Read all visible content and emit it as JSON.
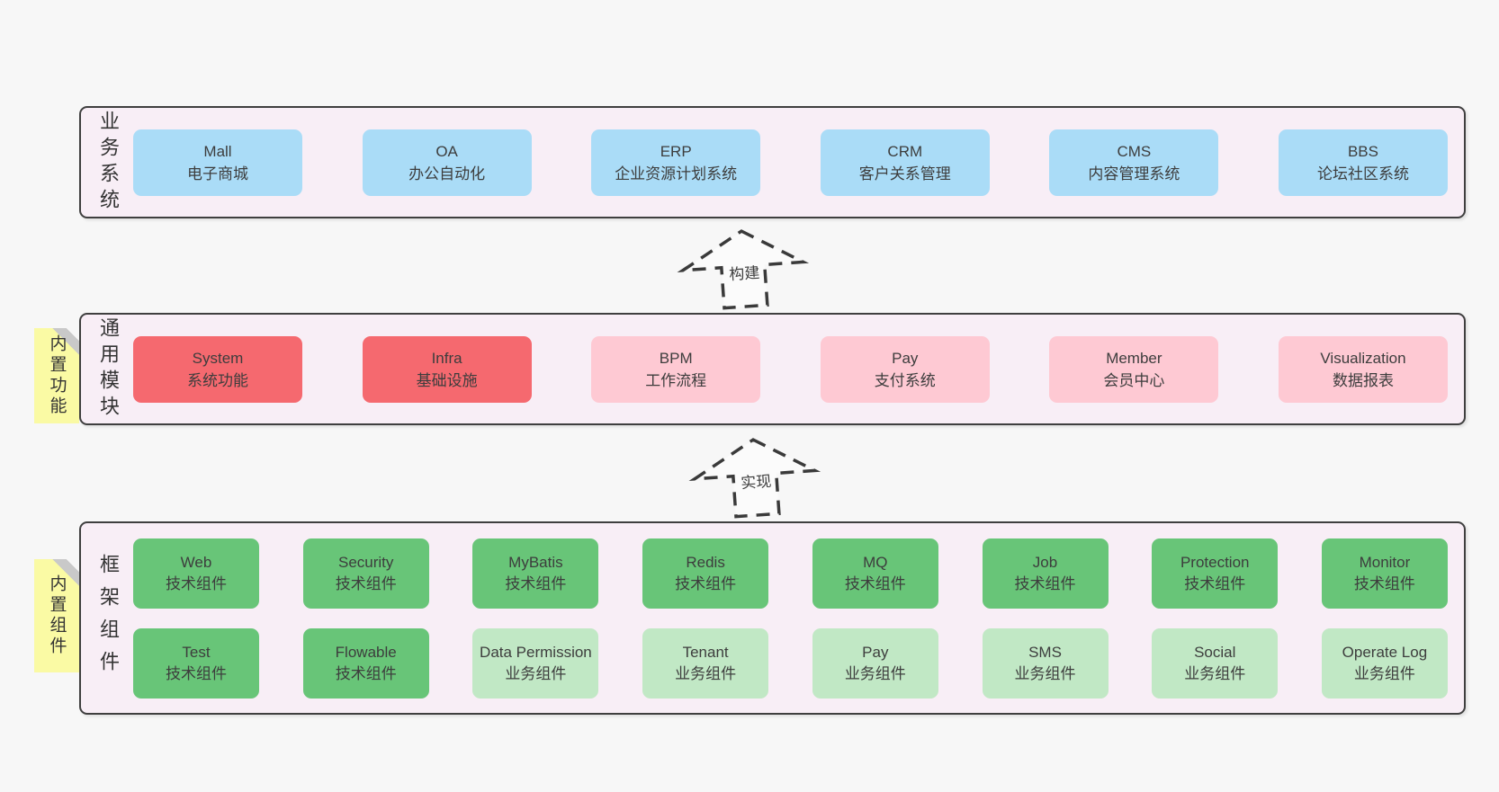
{
  "colors": {
    "page_bg": "#f7f7f7",
    "panel_bg": "#f8eef6",
    "panel_border": "#3f3f3f",
    "blue_box": "#aadcf7",
    "red_box": "#f5696f",
    "pink_box": "#fec9d3",
    "green_dark_box": "#68c578",
    "green_light_box": "#c1e8c5",
    "sticky_bg": "#fafaa4",
    "text": "#3d3d3d"
  },
  "arrows": [
    {
      "label": "构建"
    },
    {
      "label": "实现"
    }
  ],
  "panels": [
    {
      "id": "business-systems",
      "label": "业务系统",
      "boxes": [
        {
          "title": "Mall",
          "subtitle": "电子商城",
          "variant": "blue"
        },
        {
          "title": "OA",
          "subtitle": "办公自动化",
          "variant": "blue"
        },
        {
          "title": "ERP",
          "subtitle": "企业资源计划系统",
          "variant": "blue"
        },
        {
          "title": "CRM",
          "subtitle": "客户关系管理",
          "variant": "blue"
        },
        {
          "title": "CMS",
          "subtitle": "内容管理系统",
          "variant": "blue"
        },
        {
          "title": "BBS",
          "subtitle": "论坛社区系统",
          "variant": "blue"
        }
      ]
    },
    {
      "id": "common-modules",
      "label": "通用模块",
      "sticky": "内置功能",
      "boxes": [
        {
          "title": "System",
          "subtitle": "系统功能",
          "variant": "red"
        },
        {
          "title": "Infra",
          "subtitle": "基础设施",
          "variant": "red"
        },
        {
          "title": "BPM",
          "subtitle": "工作流程",
          "variant": "pink"
        },
        {
          "title": "Pay",
          "subtitle": "支付系统",
          "variant": "pink"
        },
        {
          "title": "Member",
          "subtitle": "会员中心",
          "variant": "pink"
        },
        {
          "title": "Visualization",
          "subtitle": "数据报表",
          "variant": "pink"
        }
      ]
    },
    {
      "id": "framework-components",
      "label": "框架组件",
      "sticky": "内置组件",
      "rows": [
        [
          {
            "title": "Web",
            "subtitle": "技术组件",
            "variant": "gdark"
          },
          {
            "title": "Security",
            "subtitle": "技术组件",
            "variant": "gdark"
          },
          {
            "title": "MyBatis",
            "subtitle": "技术组件",
            "variant": "gdark"
          },
          {
            "title": "Redis",
            "subtitle": "技术组件",
            "variant": "gdark"
          },
          {
            "title": "MQ",
            "subtitle": "技术组件",
            "variant": "gdark"
          },
          {
            "title": "Job",
            "subtitle": "技术组件",
            "variant": "gdark"
          },
          {
            "title": "Protection",
            "subtitle": "技术组件",
            "variant": "gdark"
          },
          {
            "title": "Monitor",
            "subtitle": "技术组件",
            "variant": "gdark"
          }
        ],
        [
          {
            "title": "Test",
            "subtitle": "技术组件",
            "variant": "gdark"
          },
          {
            "title": "Flowable",
            "subtitle": "技术组件",
            "variant": "gdark"
          },
          {
            "title": "Data Permission",
            "subtitle": "业务组件",
            "variant": "glight"
          },
          {
            "title": "Tenant",
            "subtitle": "业务组件",
            "variant": "glight"
          },
          {
            "title": "Pay",
            "subtitle": "业务组件",
            "variant": "glight"
          },
          {
            "title": "SMS",
            "subtitle": "业务组件",
            "variant": "glight"
          },
          {
            "title": "Social",
            "subtitle": "业务组件",
            "variant": "glight"
          },
          {
            "title": "Operate Log",
            "subtitle": "业务组件",
            "variant": "glight"
          }
        ]
      ]
    }
  ]
}
